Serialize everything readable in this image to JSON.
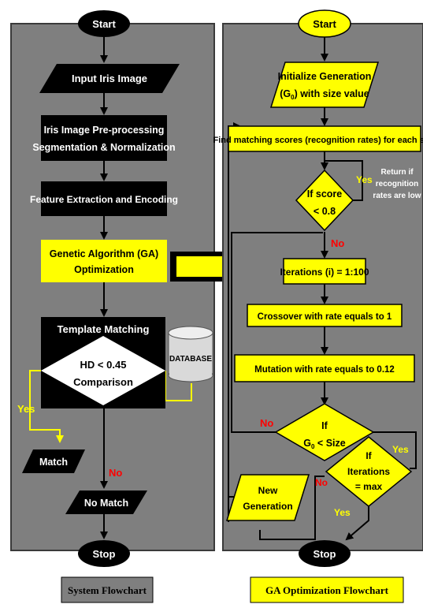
{
  "colors": {
    "panel": "#7f7f7f",
    "panel_border": "#3a3a3a",
    "black_box": "#000000",
    "yellow_box": "#ffff00",
    "database": "#d9d9d9",
    "no_label": "#ff0000",
    "yes_label": "#ffff00",
    "caption_left_bg": "#7f7f7f",
    "caption_right_bg": "#ffff00"
  },
  "left": {
    "start": "Start",
    "input": "Input Iris Image",
    "preproc": [
      "Iris Image Pre-processing",
      "Segmentation & Normalization"
    ],
    "feature": "Feature Extraction and Encoding",
    "ga": [
      "Genetic  Algorithm (GA)",
      "Optimization"
    ],
    "template": "Template Matching",
    "hd": [
      "HD  < 0.45",
      "Comparison"
    ],
    "database": "DATABASE",
    "yes": "Yes",
    "match": "Match",
    "no": "No",
    "nomatch": "No Match",
    "stop": "Stop",
    "caption": "System Flowchart"
  },
  "right": {
    "start": "Start",
    "init": [
      "Initialize Generation",
      "(G",
      "0",
      ") with size value"
    ],
    "find": "Find matching scores (recognition rates) for each size",
    "score": [
      "If score",
      "< 0.8"
    ],
    "yes1": "Yes",
    "return_note": [
      "Return if",
      "recognition",
      "rates are low"
    ],
    "no1": "No",
    "iter": "Iterations (i) = 1:100",
    "cross": "Crossover with rate equals to 1",
    "mut": "Mutation with rate equals to 0.12",
    "if_g": [
      "If",
      "G",
      "0",
      " < Size"
    ],
    "no2": "No",
    "yes2": "Yes",
    "if_it": [
      "If",
      "Iterations",
      "= max"
    ],
    "no3": "No",
    "yes3": "Yes",
    "newgen": [
      "New",
      "Generation"
    ],
    "stop": "Stop",
    "caption": "GA Optimization Flowchart"
  }
}
